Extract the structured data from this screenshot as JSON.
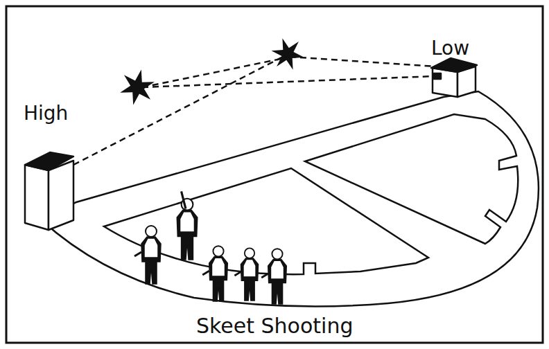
{
  "diagram": {
    "caption": "Skeet Shooting",
    "labels": [
      "High",
      "Low"
    ]
  }
}
